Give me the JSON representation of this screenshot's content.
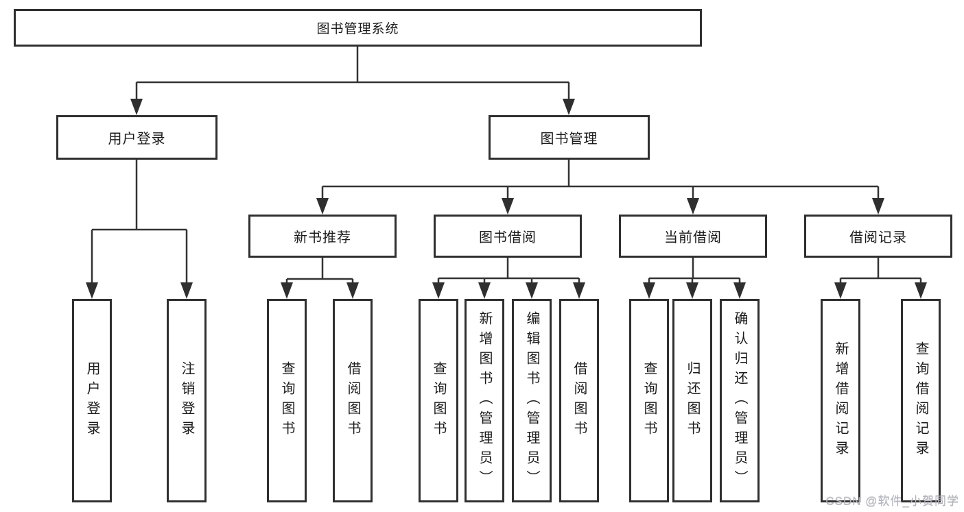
{
  "diagram": {
    "root_label": "图书管理系统",
    "level2": [
      {
        "label": "用户登录"
      },
      {
        "label": "图书管理"
      }
    ],
    "level3": [
      {
        "label": "新书推荐"
      },
      {
        "label": "图书借阅"
      },
      {
        "label": "当前借阅"
      },
      {
        "label": "借阅记录"
      }
    ],
    "leaves": {
      "user_login": [
        {
          "label": "用户登录"
        },
        {
          "label": "注销登录"
        }
      ],
      "new_book": [
        {
          "label": "查询图书"
        },
        {
          "label": "借阅图书"
        }
      ],
      "book_borrow": [
        {
          "label": "查询图书"
        },
        {
          "label": "新增图书（管理员）"
        },
        {
          "label": "编辑图书（管理员）"
        },
        {
          "label": "借阅图书"
        }
      ],
      "current_borrow": [
        {
          "label": "查询图书"
        },
        {
          "label": "归还图书"
        },
        {
          "label": "确认归还（管理员）"
        }
      ],
      "borrow_records": [
        {
          "label": "新增借阅记录"
        },
        {
          "label": "查询借阅记录"
        }
      ]
    }
  },
  "watermark": {
    "text": "CSDN @软件_小贺同学"
  },
  "colors": {
    "line": "#333333",
    "border": "#2f2f2f",
    "text": "#1b1b1b",
    "watermark": "#b4b4be",
    "background": "#ffffff"
  }
}
